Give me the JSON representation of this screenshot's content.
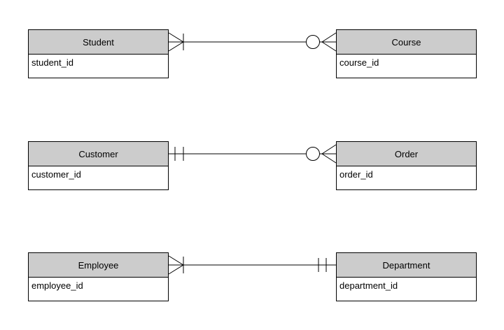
{
  "diagram": {
    "type": "entity-relationship-diagram",
    "colors": {
      "background": "#ffffff",
      "entity_header_fill": "#cccccc",
      "entity_body_fill": "#ffffff",
      "stroke": "#000000"
    },
    "entities": [
      {
        "name": "Student",
        "attribute": "student_id"
      },
      {
        "name": "Course",
        "attribute": "course_id"
      },
      {
        "name": "Customer",
        "attribute": "customer_id"
      },
      {
        "name": "Order",
        "attribute": "order_id"
      },
      {
        "name": "Employee",
        "attribute": "employee_id"
      },
      {
        "name": "Department",
        "attribute": "department_id"
      }
    ],
    "relationships": [
      {
        "left_entity": "Student",
        "left_cardinality": "one-or-many (bar + crow's foot)",
        "right_entity": "Course",
        "right_cardinality": "zero-or-many (circle + crow's foot)"
      },
      {
        "left_entity": "Customer",
        "left_cardinality": "exactly-one (double bar)",
        "right_entity": "Order",
        "right_cardinality": "zero-or-many (circle + crow's foot)"
      },
      {
        "left_entity": "Employee",
        "left_cardinality": "one-or-many (bar + crow's foot)",
        "right_entity": "Department",
        "right_cardinality": "exactly-one (double bar)"
      }
    ]
  }
}
